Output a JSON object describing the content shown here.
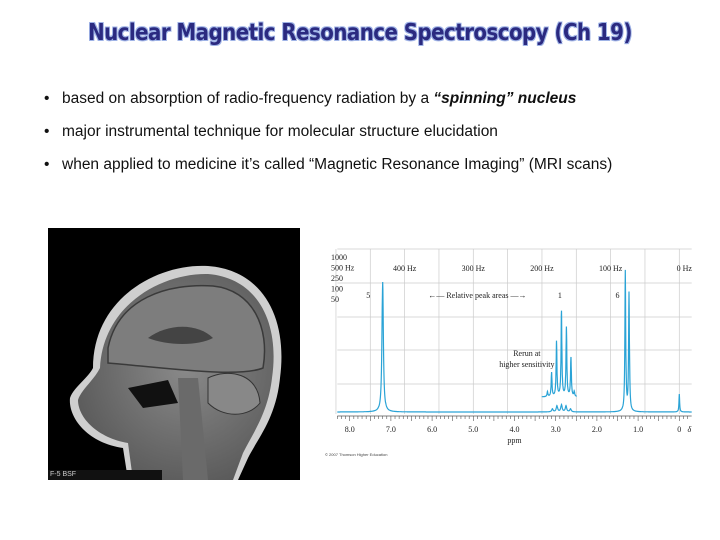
{
  "slide": {
    "title": "Nuclear Magnetic Resonance Spectroscopy (Ch 19)",
    "bullets": [
      {
        "text": "based on absorption of radio-frequency radiation by a ",
        "emphasis": "“spinning” nucleus"
      },
      {
        "text": "major instrumental technique for molecular structure elucidation",
        "emphasis": ""
      },
      {
        "text": "when applied to medicine it’s called “Magnetic Resonance Imaging” (MRI scans)",
        "emphasis": ""
      }
    ],
    "bullet_symbol": "•",
    "title_color": "#2b2a80"
  },
  "mri_image": {
    "caption": "F-5 BSF"
  },
  "spectrum": {
    "scale_labels": [
      "1000",
      "500 Hz",
      "250",
      "100",
      "50"
    ],
    "hz_labels": [
      "400 Hz",
      "300 Hz",
      "200 Hz",
      "100 Hz",
      "0 Hz"
    ],
    "ppm_labels": [
      "8.0",
      "7.0",
      "6.0",
      "5.0",
      "4.0",
      "3.0",
      "2.0",
      "1.0",
      "0"
    ],
    "delta": "δ",
    "xlabel": "ppm",
    "peak_areas": [
      "5",
      "1",
      "6"
    ],
    "peak_area_caption": "Relative peak areas",
    "inset_label": [
      "Rerun at",
      "higher sensitivity"
    ],
    "copyright": "© 2007 Thomson Higher Education",
    "line_color": "#2aa3d6"
  },
  "chart_data": {
    "type": "line",
    "xlabel": "ppm",
    "xlim": [
      8.3,
      -0.2
    ],
    "x_reversed": true,
    "grid": true,
    "peaks_ppm": [
      7.2,
      2.9,
      1.3,
      1.2,
      0.0
    ],
    "relative_peak_areas": [
      {
        "ppm": 7.2,
        "area": 5
      },
      {
        "ppm": 2.9,
        "area": 1
      },
      {
        "ppm": 1.25,
        "area": 6
      }
    ]
  }
}
